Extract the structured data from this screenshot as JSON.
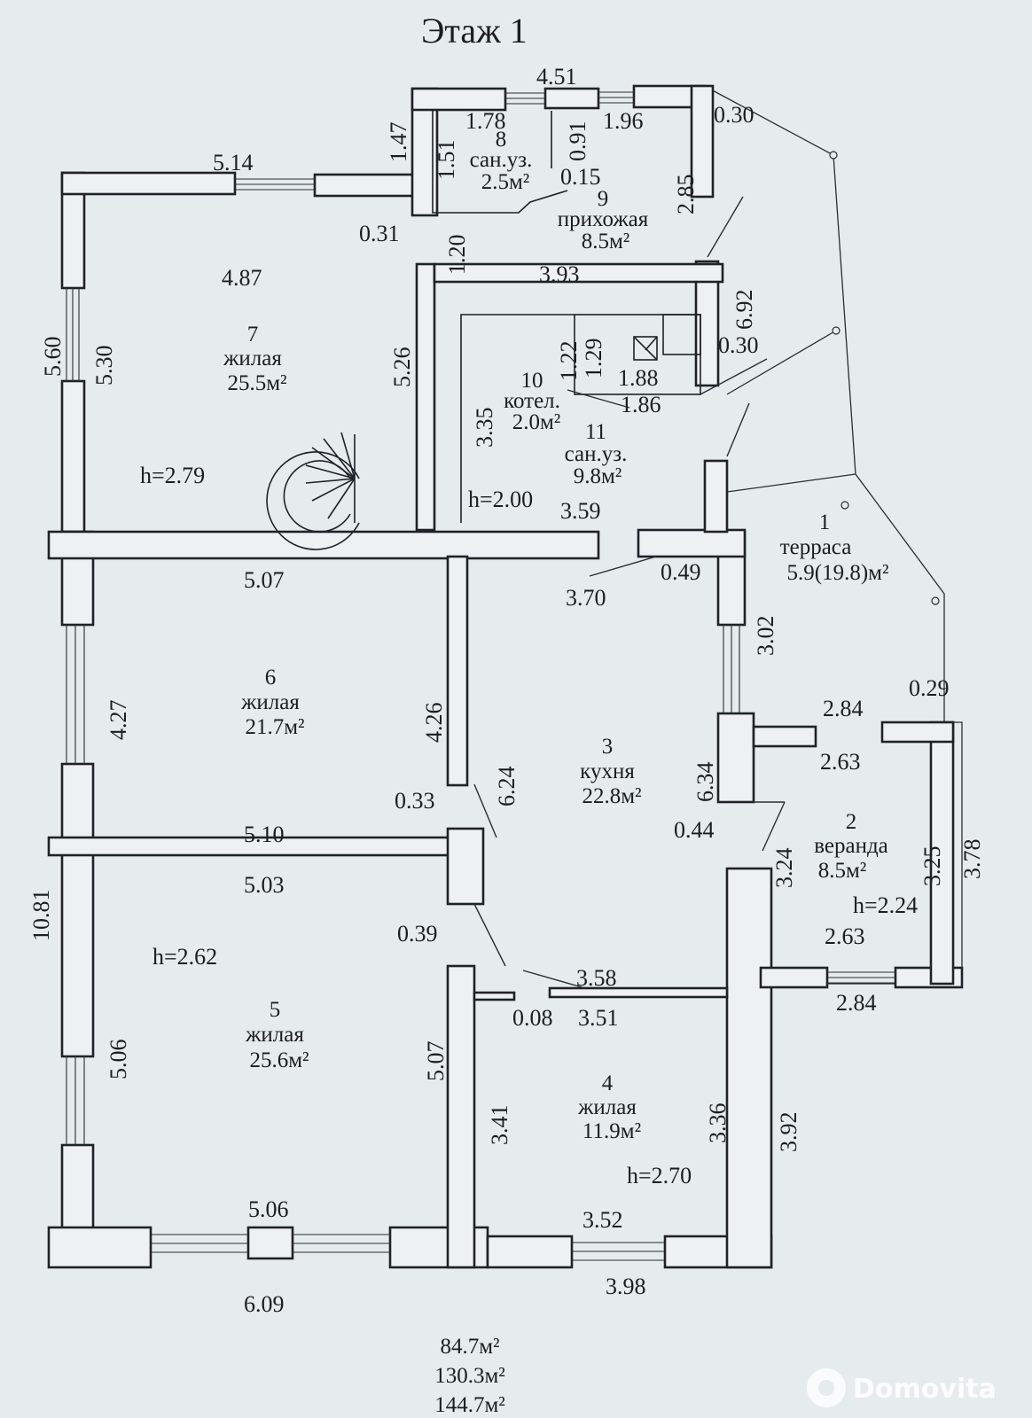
{
  "title": "Этаж 1",
  "rooms": [
    {
      "num": "1",
      "name": "терраса",
      "area": "5.9(19.8)м²"
    },
    {
      "num": "2",
      "name": "веранда",
      "area": "8.5м²"
    },
    {
      "num": "3",
      "name": "кухня",
      "area": "22.8м²"
    },
    {
      "num": "4",
      "name": "жилая",
      "area": "11.9м²"
    },
    {
      "num": "5",
      "name": "жилая",
      "area": "25.6м²"
    },
    {
      "num": "6",
      "name": "жилая",
      "area": "21.7м²"
    },
    {
      "num": "7",
      "name": "жилая",
      "area": "25.5м²"
    },
    {
      "num": "8",
      "name": "сан.уз.",
      "area": "2.5м²"
    },
    {
      "num": "9",
      "name": "прихожая",
      "area": "8.5м²"
    },
    {
      "num": "10",
      "name": "котел.",
      "area": "2.0м²"
    },
    {
      "num": "11",
      "name": "сан.уз.",
      "area": "9.8м²"
    }
  ],
  "heights": {
    "room7": "h=2.79",
    "room11": "h=2.00",
    "room2": "h=2.24",
    "room5": "h=2.62",
    "room4": "h=2.70"
  },
  "dims": {
    "d_4_51": "4.51",
    "d_1_78": "1.78",
    "d_0_91": "0.91",
    "d_1_96": "1.96",
    "d_0_30a": "0.30",
    "d_1_47": "1.47",
    "d_1_51": "1.51",
    "d_0_15": "0.15",
    "d_2_85": "2.85",
    "d_5_14": "5.14",
    "d_0_31": "0.31",
    "d_1_20": "1.20",
    "d_4_87": "4.87",
    "d_3_93": "3.93",
    "d_6_92": "6.92",
    "d_5_60": "5.60",
    "d_5_30": "5.30",
    "d_5_26": "5.26",
    "d_1_22": "1.22",
    "d_1_29": "1.29",
    "d_1_88": "1.88",
    "d_0_30b": "0.30",
    "d_1_86": "1.86",
    "d_3_35": "3.35",
    "d_3_59": "3.59",
    "d_5_07a": "5.07",
    "d_3_70": "3.70",
    "d_0_49": "0.49",
    "d_3_02": "3.02",
    "d_4_27": "4.27",
    "d_4_26": "4.26",
    "d_6_24": "6.24",
    "d_0_29": "0.29",
    "d_2_84a": "2.84",
    "d_2_63a": "2.63",
    "d_6_34": "6.34",
    "d_0_33": "0.33",
    "d_0_44": "0.44",
    "d_3_24": "3.24",
    "d_3_25": "3.25",
    "d_3_78": "3.78",
    "d_5_10": "5.10",
    "d_5_03": "5.03",
    "d_10_81": "10.81",
    "d_2_63b": "2.63",
    "d_0_39": "0.39",
    "d_3_58": "3.58",
    "d_2_84b": "2.84",
    "d_0_08": "0.08",
    "d_3_51": "3.51",
    "d_5_06a": "5.06",
    "d_5_07b": "5.07",
    "d_3_41": "3.41",
    "d_3_36": "3.36",
    "d_3_92": "3.92",
    "d_5_06b": "5.06",
    "d_3_52": "3.52",
    "d_6_09": "6.09",
    "d_3_98": "3.98"
  },
  "totals": [
    "84.7м²",
    "130.3м²",
    "144.7м²"
  ],
  "watermark": "Domovita"
}
